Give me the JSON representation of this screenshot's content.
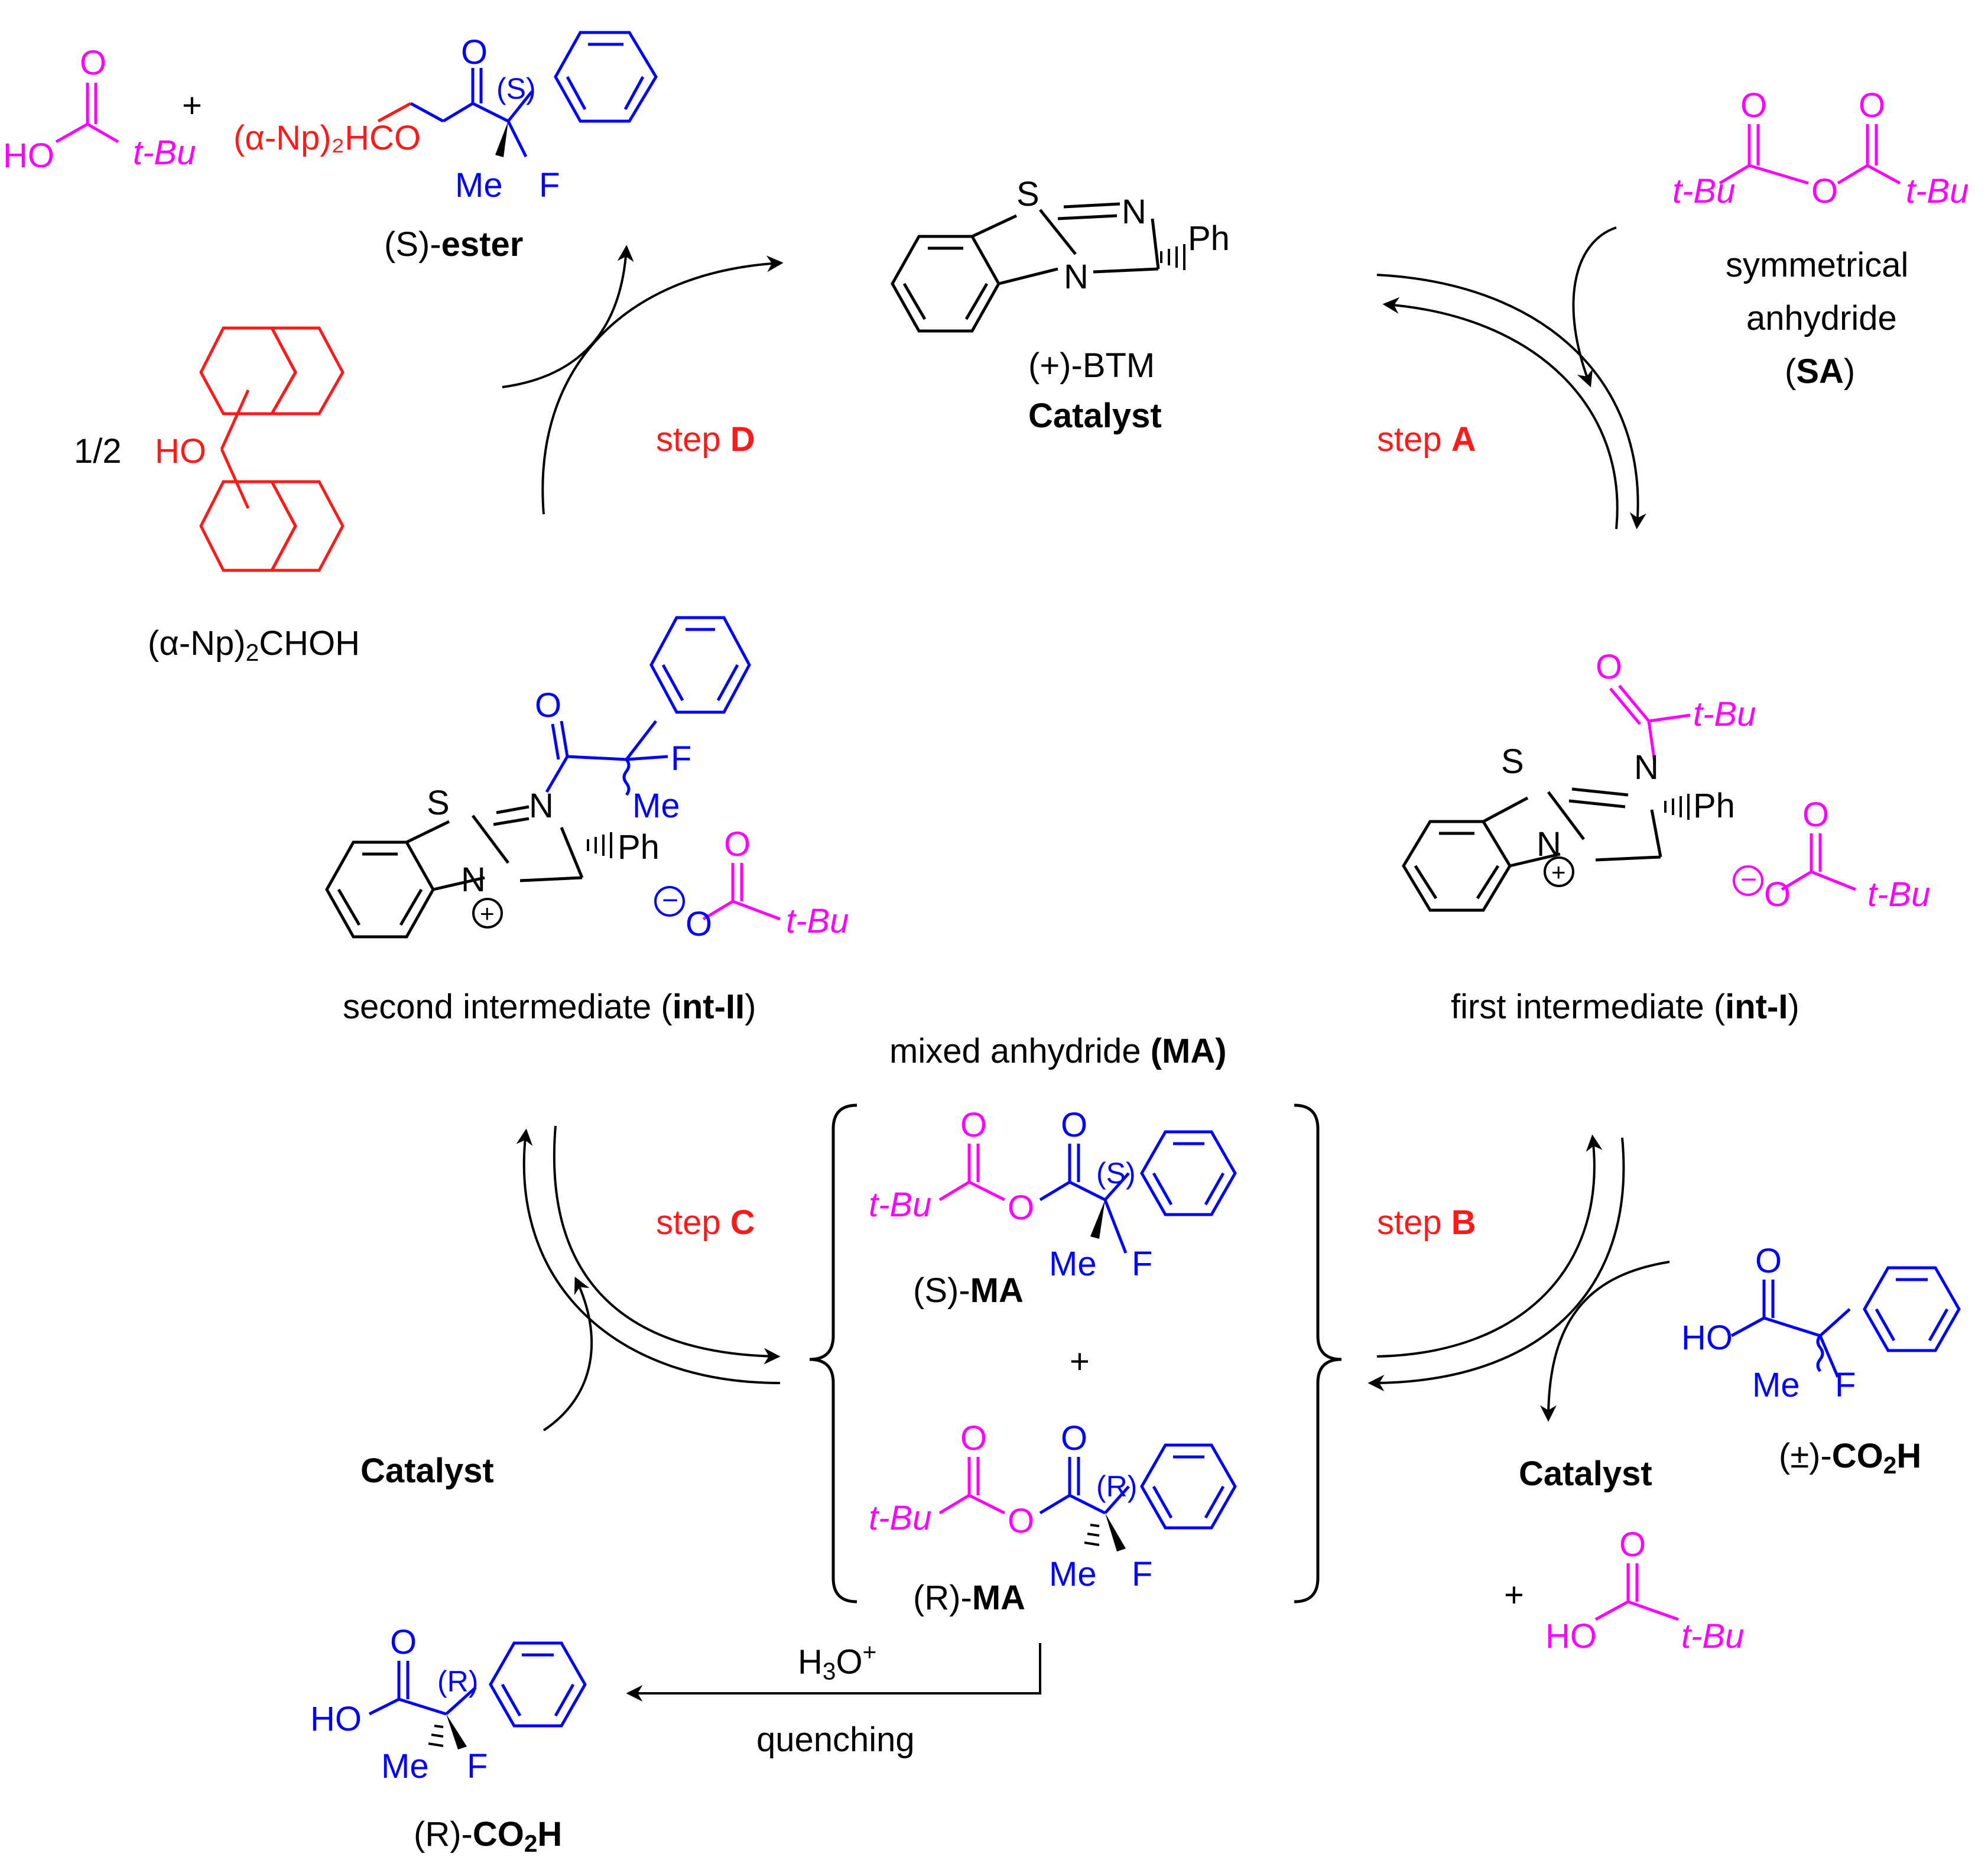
{
  "colors": {
    "black": "#000000",
    "red": "#ff1a1a",
    "magenta": "#ff00ff",
    "blue": "#0000ff",
    "background": "#ffffff"
  },
  "top_left": {
    "plus": "+",
    "pivalic_ho": "HO",
    "pivalic_o": "O",
    "tbu": "t-Bu",
    "alcohol_part": "(α-Np)₂HCO",
    "ester_o_top": "O",
    "stereo_s": "(S)",
    "me": "Me",
    "f": "F",
    "ester_label_prefix": "(S)-",
    "ester_label_bold": "ester"
  },
  "alcohol": {
    "half": "1/2",
    "ho": "HO",
    "label_prefix": "(α-Np)",
    "label_sub": "2",
    "label_suffix": "CHOH"
  },
  "catalyst": {
    "s": "S",
    "n1": "N",
    "n2": "N",
    "ph": "Ph",
    "name": "(+)-BTM",
    "role": "Catalyst"
  },
  "steps": {
    "a_word": "step ",
    "a_letter": "A",
    "b_word": "step ",
    "b_letter": "B",
    "c_word": "step ",
    "c_letter": "C",
    "d_word": "step ",
    "d_letter": "D"
  },
  "sa": {
    "o1": "O",
    "o2": "O",
    "o_bridge": "O",
    "tbu1": "t-Bu",
    "tbu2": "t-Bu",
    "label1": "symmetrical",
    "label2": "anhydride",
    "label3_open": "(",
    "label3_bold": "SA",
    "label3_close": ")"
  },
  "int1": {
    "o": "O",
    "tbu": "t-Bu",
    "s": "S",
    "n1": "N",
    "n2": "N",
    "ph": "Ph",
    "plus": "+",
    "minus": "−",
    "anion_o": "O",
    "anion_o_top": "O",
    "anion_tbu": "t-Bu",
    "label_prefix": "first intermediate (",
    "label_bold": "int-I",
    "label_suffix": ")"
  },
  "int2": {
    "o": "O",
    "f": "F",
    "me": "Me",
    "s": "S",
    "n1": "N",
    "n2": "N",
    "ph": "Ph",
    "plus": "+",
    "minus": "−",
    "anion_o": "O",
    "anion_o_top": "O",
    "anion_tbu": "t-Bu",
    "label_prefix": "second intermediate (",
    "label_bold": "int-II",
    "label_suffix": ")"
  },
  "ma": {
    "title_prefix": "mixed anhydride ",
    "title_bold": "(MA)",
    "o": "O",
    "tbu": "t-Bu",
    "me": "Me",
    "f": "F",
    "stereo_s": "(S)",
    "stereo_r": "(R)",
    "s_label_prefix": "(S)-",
    "s_label_bold": "MA",
    "plus": "+",
    "r_label_prefix": "(R)-",
    "r_label_bold": "MA"
  },
  "right_bottom": {
    "catalyst": "Catalyst",
    "acid_ho": "HO",
    "acid_o": "O",
    "me": "Me",
    "f": "F",
    "acid_label_prefix": "(±)-",
    "acid_label_bold": "CO",
    "acid_label_sub": "2",
    "acid_label_bold2": "H",
    "plus": "+",
    "piv_o": "O",
    "piv_ho": "HO",
    "piv_tbu": "t-Bu"
  },
  "left_bottom": {
    "catalyst": "Catalyst",
    "h3o_a": "H",
    "h3o_sub": "3",
    "h3o_b": "O",
    "h3o_sup": "+",
    "quenching": "quenching",
    "acid_o": "O",
    "acid_ho": "HO",
    "stereo_r": "(R)",
    "me": "Me",
    "f": "F",
    "label_prefix": "(R)-",
    "label_bold": "CO",
    "label_sub": "2",
    "label_bold2": "H"
  }
}
